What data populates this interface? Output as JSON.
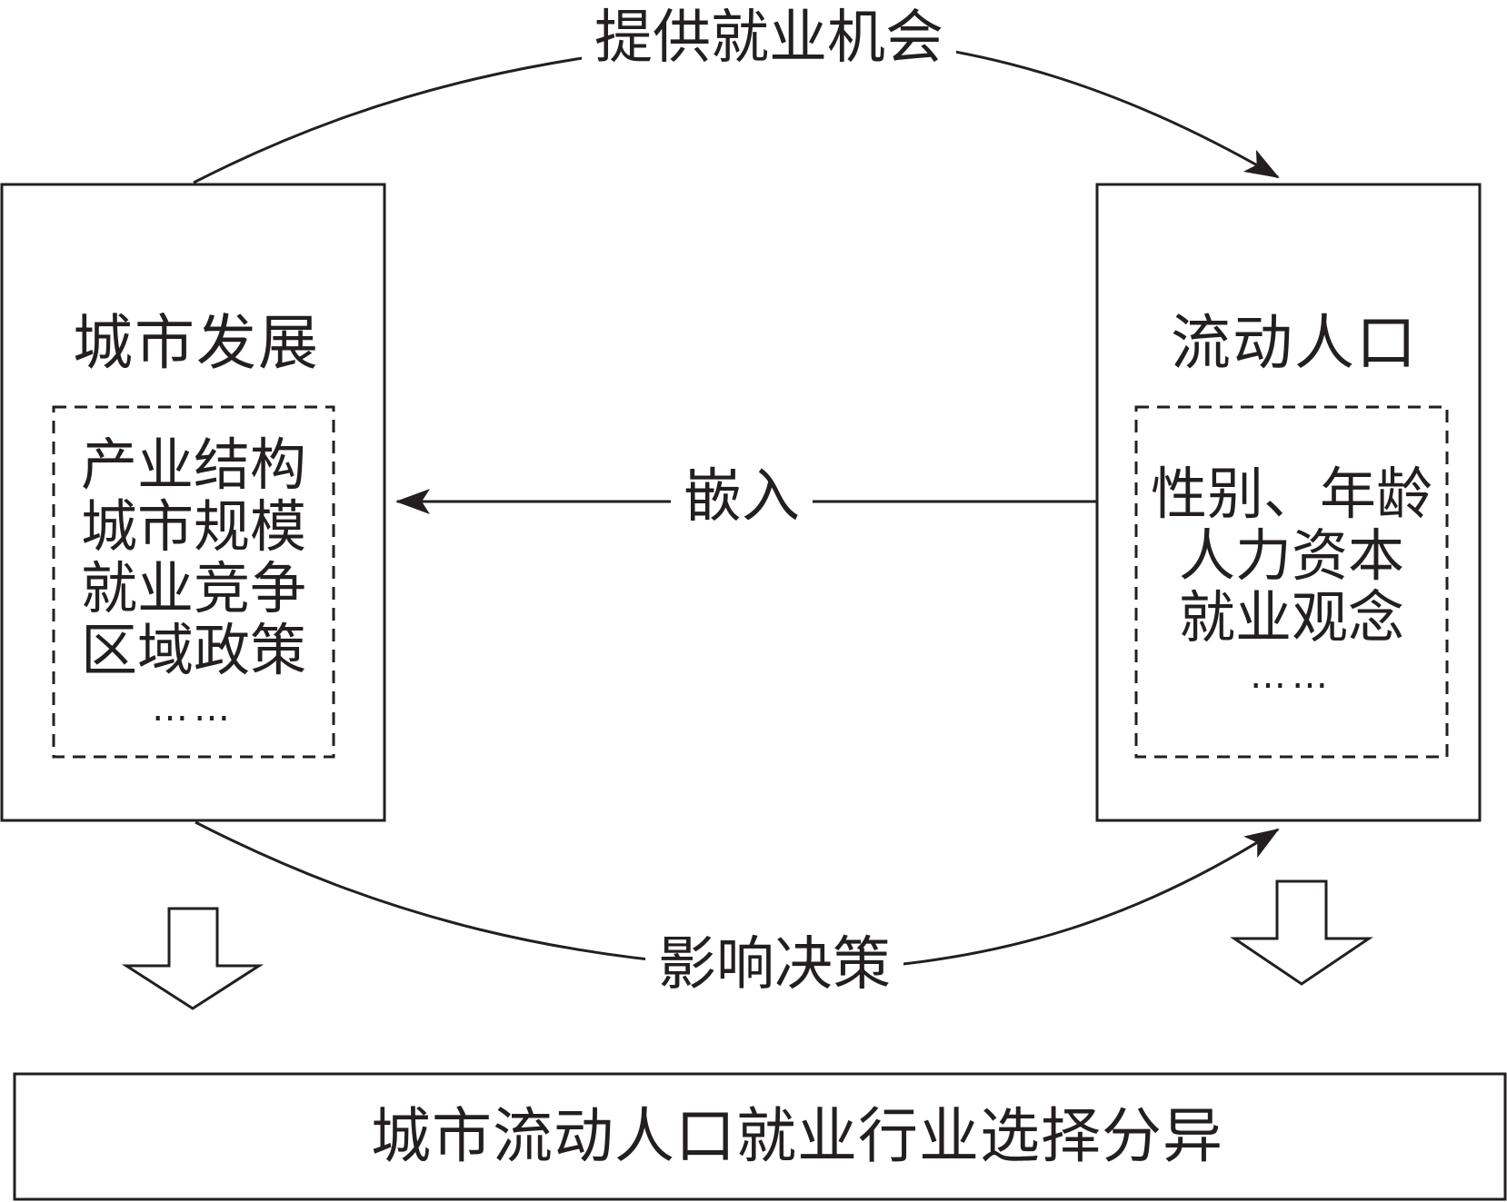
{
  "edges": {
    "top_label": "提供就业机会",
    "middle_label": "嵌入",
    "bottom_label": "影响决策"
  },
  "left_box": {
    "title": "城市发展",
    "items": [
      "产业结构",
      "城市规模",
      "就业竞争",
      "区域政策",
      "……"
    ]
  },
  "right_box": {
    "title": "流动人口",
    "items": [
      "性别、年龄",
      "人力资本",
      "就业观念",
      "……"
    ]
  },
  "result": {
    "label": "城市流动人口就业行业选择分异"
  }
}
